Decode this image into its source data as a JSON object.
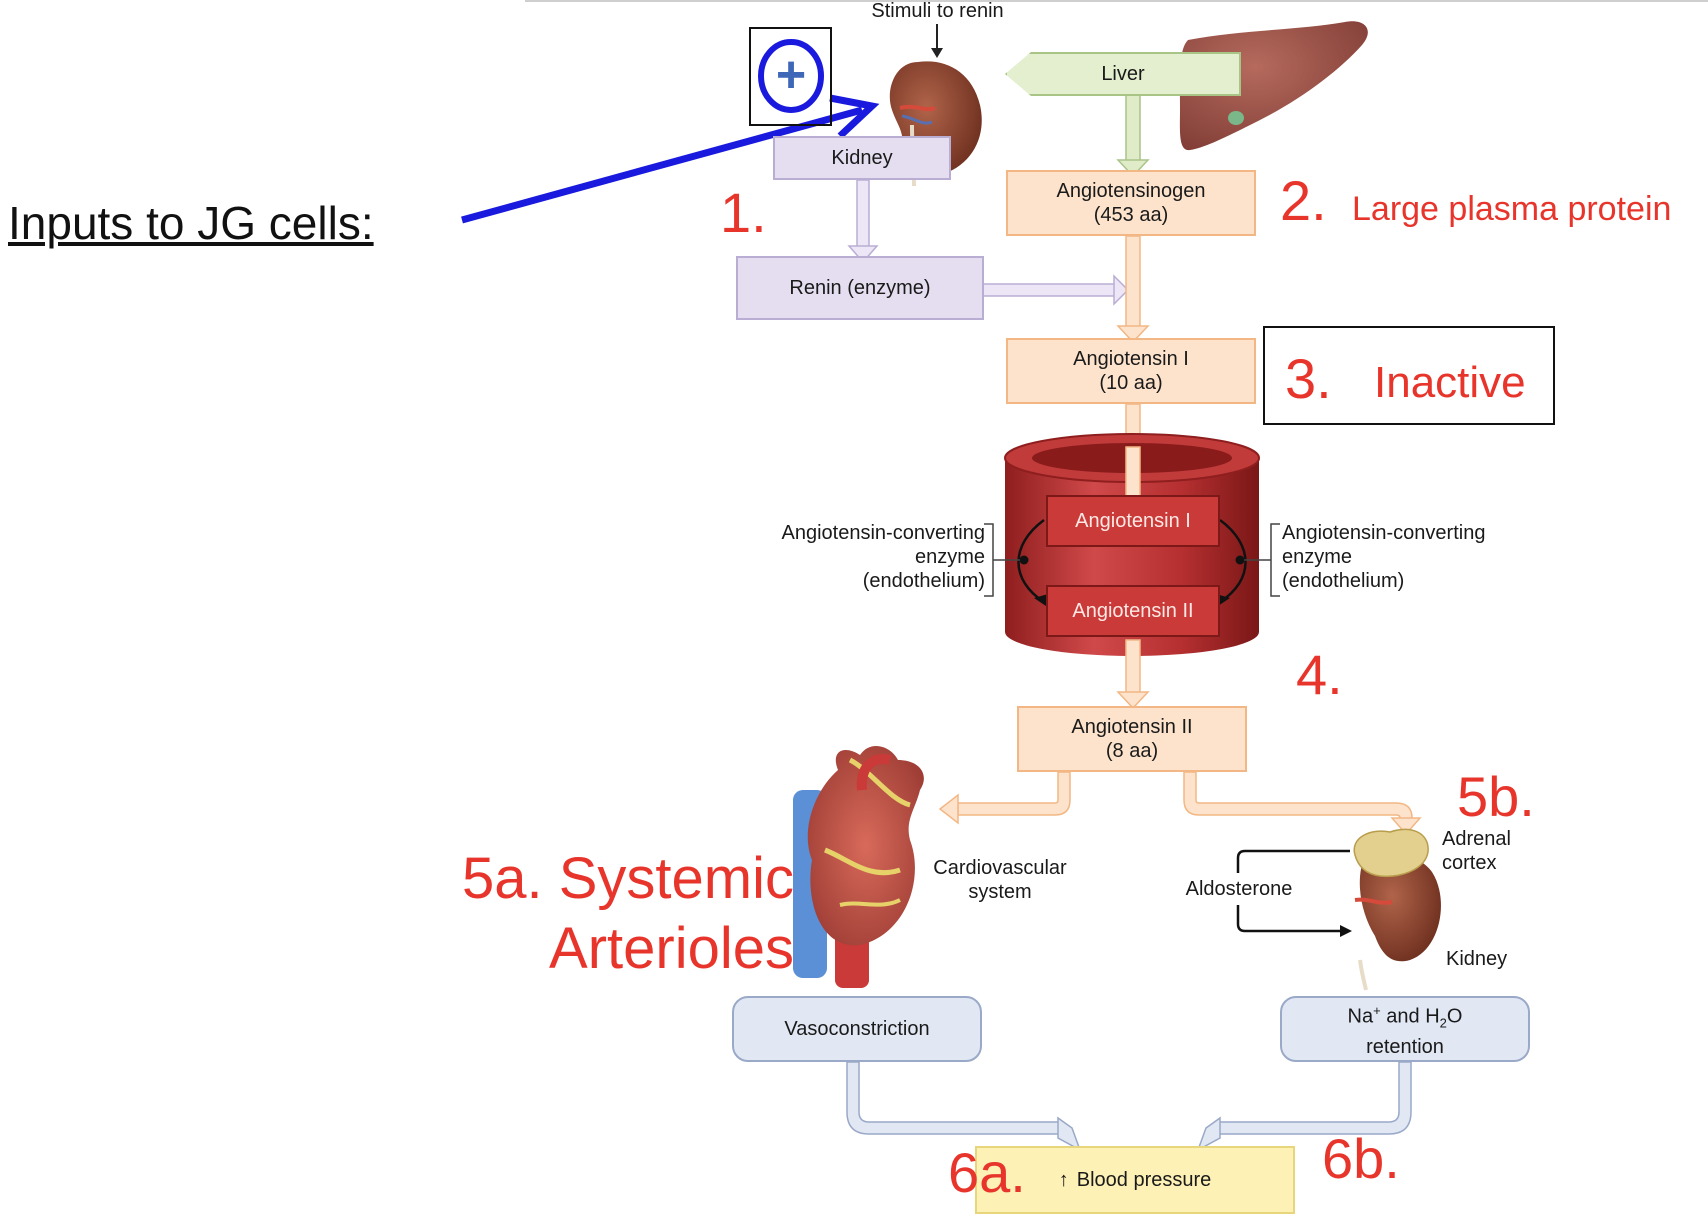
{
  "header": {
    "stimuli": "Stimuli to renin",
    "plus": "+"
  },
  "side": {
    "inputs_label": "Inputs to JG cells:"
  },
  "boxes": {
    "kidney": "Kidney",
    "renin": "Renin (enzyme)",
    "liver": "Liver",
    "angiotensinogen": "Angiotensinogen",
    "angiotensinogen_aa": "(453 aa)",
    "ang1": "Angiotensin I",
    "ang1_aa": "(10 aa)",
    "vessel_ang1": "Angiotensin I",
    "vessel_ang2": "Angiotensin II",
    "ang2": "Angiotensin II",
    "ang2_aa": "(8 aa)",
    "vasoconstriction": "Vasoconstriction",
    "retention_na": "Na",
    "retention_plus": "+",
    "retention_and": " and H",
    "retention_2": "2",
    "retention_o": "O",
    "retention_word": "retention",
    "bp_arrow": "↑",
    "blood_pressure": "Blood pressure"
  },
  "ace": {
    "line1": "Angiotensin-converting",
    "line2": "enzyme",
    "line3": "(endothelium)"
  },
  "organs": {
    "cardio_1": "Cardiovascular",
    "cardio_2": "system",
    "adrenal_1": "Adrenal",
    "adrenal_2": "cortex",
    "kidney2": "Kidney",
    "aldosterone": "Aldosterone"
  },
  "annotations": {
    "n1": "1.",
    "n2": "2.",
    "n2_text": "Large plasma protein",
    "n3": "3.",
    "n3_text": "Inactive",
    "n4": "4.",
    "n5a_1": "5a. Systemic",
    "n5a_2": "Arterioles",
    "n5b": "5b.",
    "n6a": "6a.",
    "n6b": "6b."
  },
  "colors": {
    "annotation_red": "#e8352c",
    "pointer_blue": "#1a1adf",
    "vessel_red": "#b12a2a"
  }
}
